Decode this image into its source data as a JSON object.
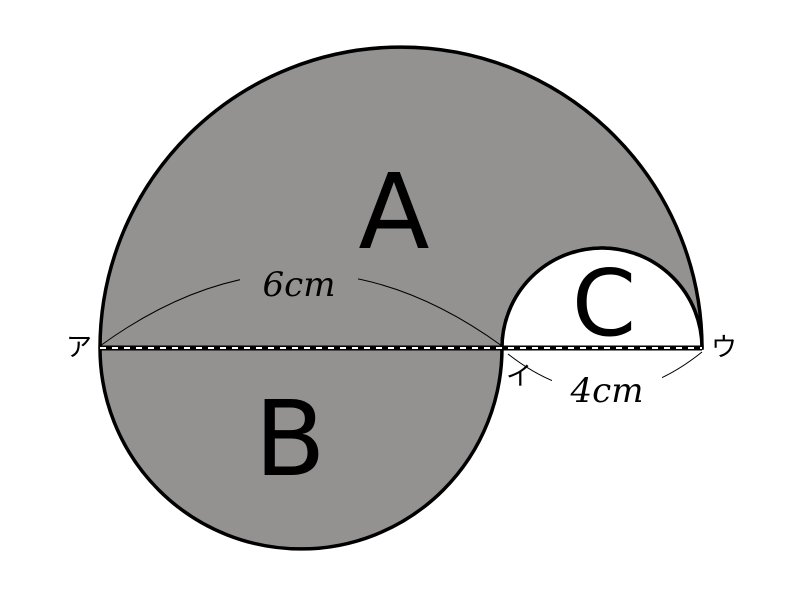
{
  "regions": {
    "a_label": "A",
    "b_label": "B",
    "c_label": "C"
  },
  "points": {
    "a_point": "ア",
    "i_point": "イ",
    "u_point": "ウ"
  },
  "measurements": {
    "full_length": "6cm",
    "small_length": "4cm"
  },
  "colors": {
    "shaded_region": "#949191",
    "empty_region": "#ffffff",
    "outline": "#000000",
    "diameter_dashes": "#ffffff"
  }
}
